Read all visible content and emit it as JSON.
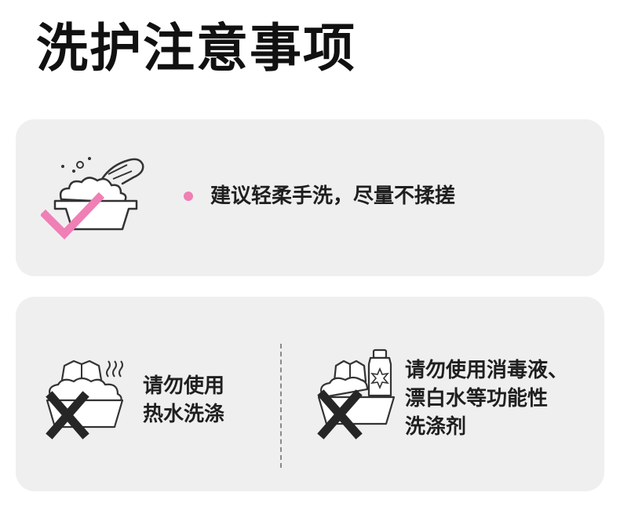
{
  "title": "洗护注意事项",
  "colors": {
    "accent_pink": "#ef7fb4",
    "card_bg": "#f0eff0",
    "cross": "#262626"
  },
  "tips": [
    {
      "icon": "hand-wash-basin-check-icon",
      "text": "建议轻柔手洗，尽量不揉搓"
    }
  ],
  "warnings": [
    {
      "icon": "hot-water-wash-cross-icon",
      "lines": [
        "请勿使用",
        "热水洗涤"
      ]
    },
    {
      "icon": "bleach-bottle-cross-icon",
      "lines": [
        "请勿使用消毒液、",
        "漂白水等功能性",
        "洗涤剂"
      ]
    }
  ]
}
